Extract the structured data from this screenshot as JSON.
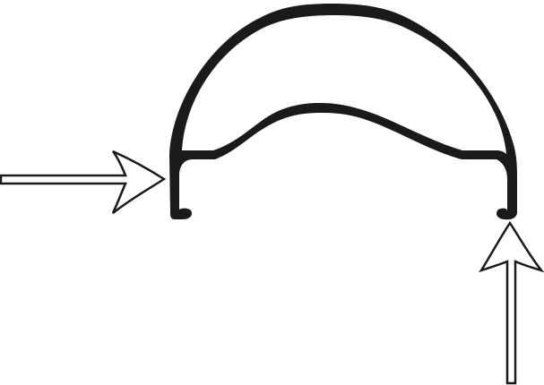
{
  "diagram": {
    "subject": "rim-cross-section",
    "stroke_color": "#1a1a1a",
    "background_color": "#ffffff",
    "arrows": [
      {
        "name": "side-pressure-arrow",
        "direction": "right",
        "fill": "#ffffff",
        "outline": "#1a1a1a"
      },
      {
        "name": "bottom-pressure-arrow",
        "direction": "up",
        "fill": "#ffffff",
        "outline": "#1a1a1a"
      }
    ]
  }
}
